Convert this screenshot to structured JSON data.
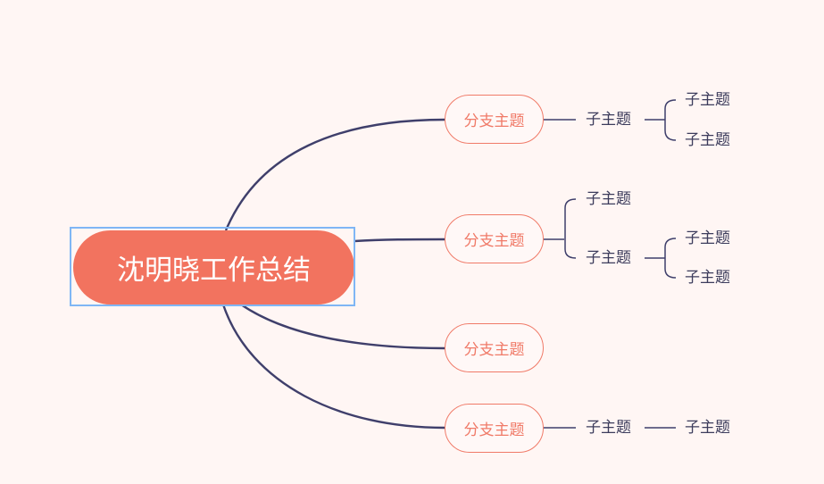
{
  "central": {
    "label": "沈明晓工作总结"
  },
  "branches": [
    {
      "label": "分支主题",
      "children": [
        {
          "label": "子主题",
          "children": [
            {
              "label": "子主题"
            },
            {
              "label": "子主题"
            }
          ]
        }
      ]
    },
    {
      "label": "分支主题",
      "children": [
        {
          "label": "子主题"
        },
        {
          "label": "子主题",
          "children": [
            {
              "label": "子主题"
            },
            {
              "label": "子主题"
            }
          ]
        }
      ]
    },
    {
      "label": "分支主题"
    },
    {
      "label": "分支主题",
      "children": [
        {
          "label": "子主题",
          "children": [
            {
              "label": "子主题"
            }
          ]
        }
      ]
    }
  ],
  "colors": {
    "central": "#f2735f",
    "branch_border": "#f07a68",
    "line": "#3f3f6b",
    "selection": "#7fb6f5",
    "background": "#fff6f4"
  }
}
